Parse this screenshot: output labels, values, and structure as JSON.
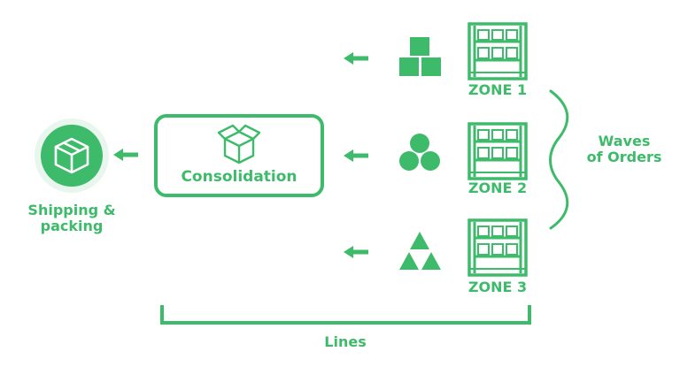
{
  "colors": {
    "accent": "#3dbb6a",
    "circle_bg": "#e8f6ee"
  },
  "shipping": {
    "icon": "package-icon",
    "label_line1": "Shipping &",
    "label_line2": "packing"
  },
  "consolidation": {
    "icon": "open-box-icon",
    "label": "Consolidation"
  },
  "zones": [
    {
      "label": "ZONE 1",
      "item_icon": "stacked-cubes-icon",
      "rack_icon": "shelving-rack-icon"
    },
    {
      "label": "ZONE 2",
      "item_icon": "three-circles-icon",
      "rack_icon": "shelving-rack-icon"
    },
    {
      "label": "ZONE 3",
      "item_icon": "three-triangles-icon",
      "rack_icon": "shelving-rack-icon"
    }
  ],
  "waves": {
    "label_line1": "Waves",
    "label_line2": "of Orders"
  },
  "lines": {
    "label": "Lines"
  }
}
